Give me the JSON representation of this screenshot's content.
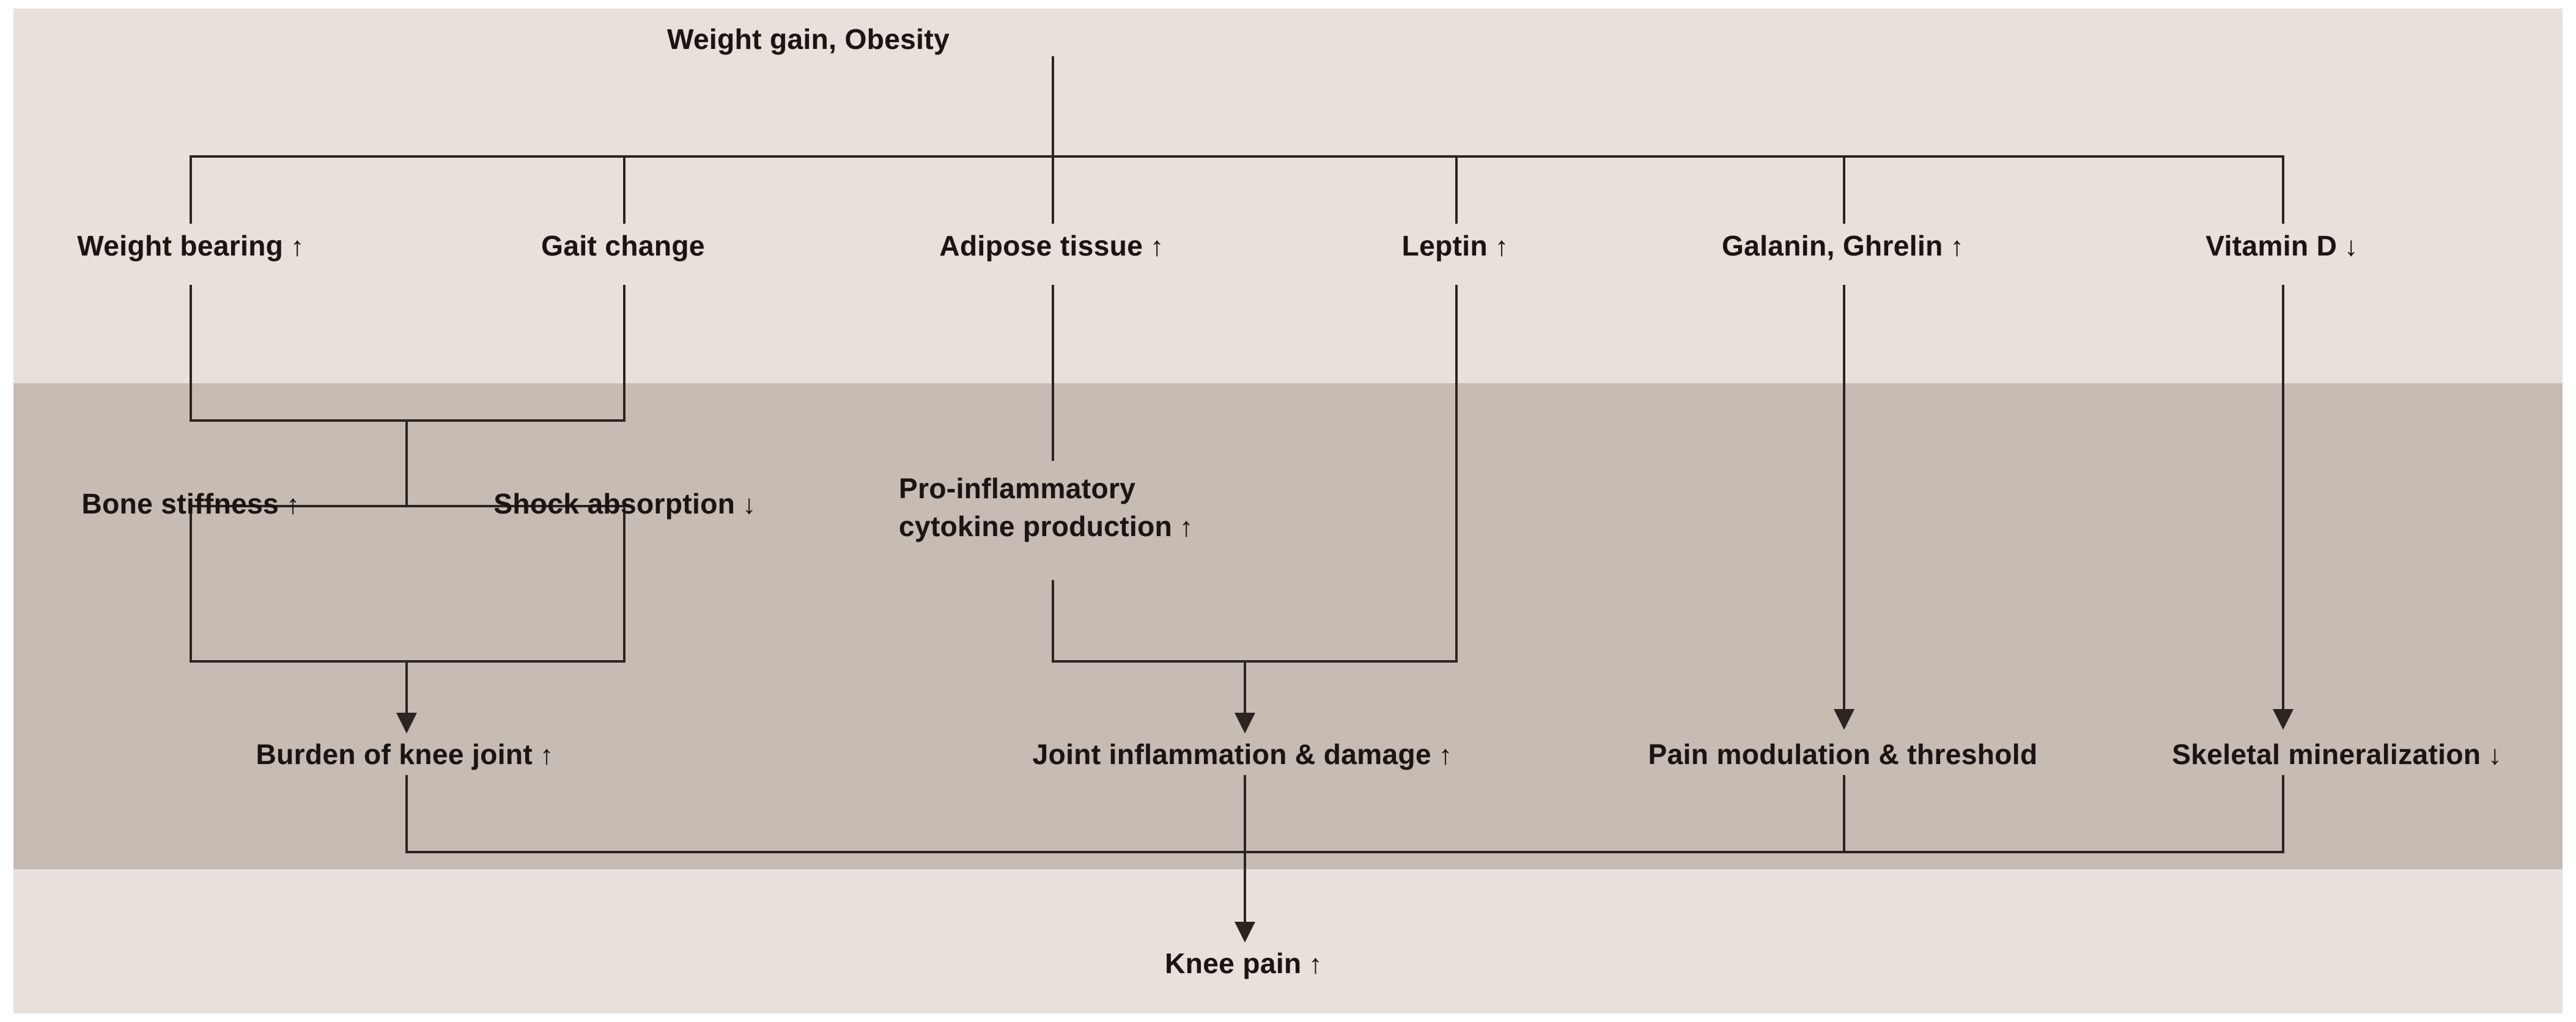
{
  "figure": {
    "title": "Obesity to knee pain mechanistic pathway diagram",
    "colors": {
      "background": "#ffffff",
      "panel_light": "#e8e0da",
      "panel_mid": "#c6bcb4",
      "line": "#2b2420",
      "text": "#1a1412"
    }
  },
  "glyphs": {
    "up": "↑",
    "down": "↓"
  },
  "nodes": {
    "root": {
      "label": "Weight gain, Obesity",
      "arrow": ""
    },
    "weight_bearing": {
      "label": "Weight bearing",
      "arrow": "↑"
    },
    "gait_change": {
      "label": "Gait change",
      "arrow": ""
    },
    "adipose_tissue": {
      "label": "Adipose tissue",
      "arrow": "↑"
    },
    "leptin": {
      "label": "Leptin",
      "arrow": "↑"
    },
    "galanin_ghrelin": {
      "label": "Galanin, Ghrelin",
      "arrow": "↑"
    },
    "vitamin_d": {
      "label": "Vitamin D",
      "arrow": "↓"
    },
    "bone_stiffness": {
      "label": "Bone stiffness",
      "arrow": "↑"
    },
    "shock_absorption": {
      "label": "Shock absorption",
      "arrow": "↓"
    },
    "cytokine_line1": {
      "label": "Pro-inflammatory"
    },
    "cytokine_line2": {
      "label": "cytokine production",
      "arrow": "↑"
    },
    "burden_knee": {
      "label": "Burden of knee joint",
      "arrow": "↑"
    },
    "joint_inflammation": {
      "label": "Joint inflammation & damage",
      "arrow": "↑"
    },
    "pain_modulation": {
      "label": "Pain modulation & threshold",
      "arrow": ""
    },
    "skeletal_mineralization": {
      "label": "Skeletal mineralization",
      "arrow": "↓"
    },
    "knee_pain": {
      "label": "Knee pain",
      "arrow": "↑"
    }
  }
}
